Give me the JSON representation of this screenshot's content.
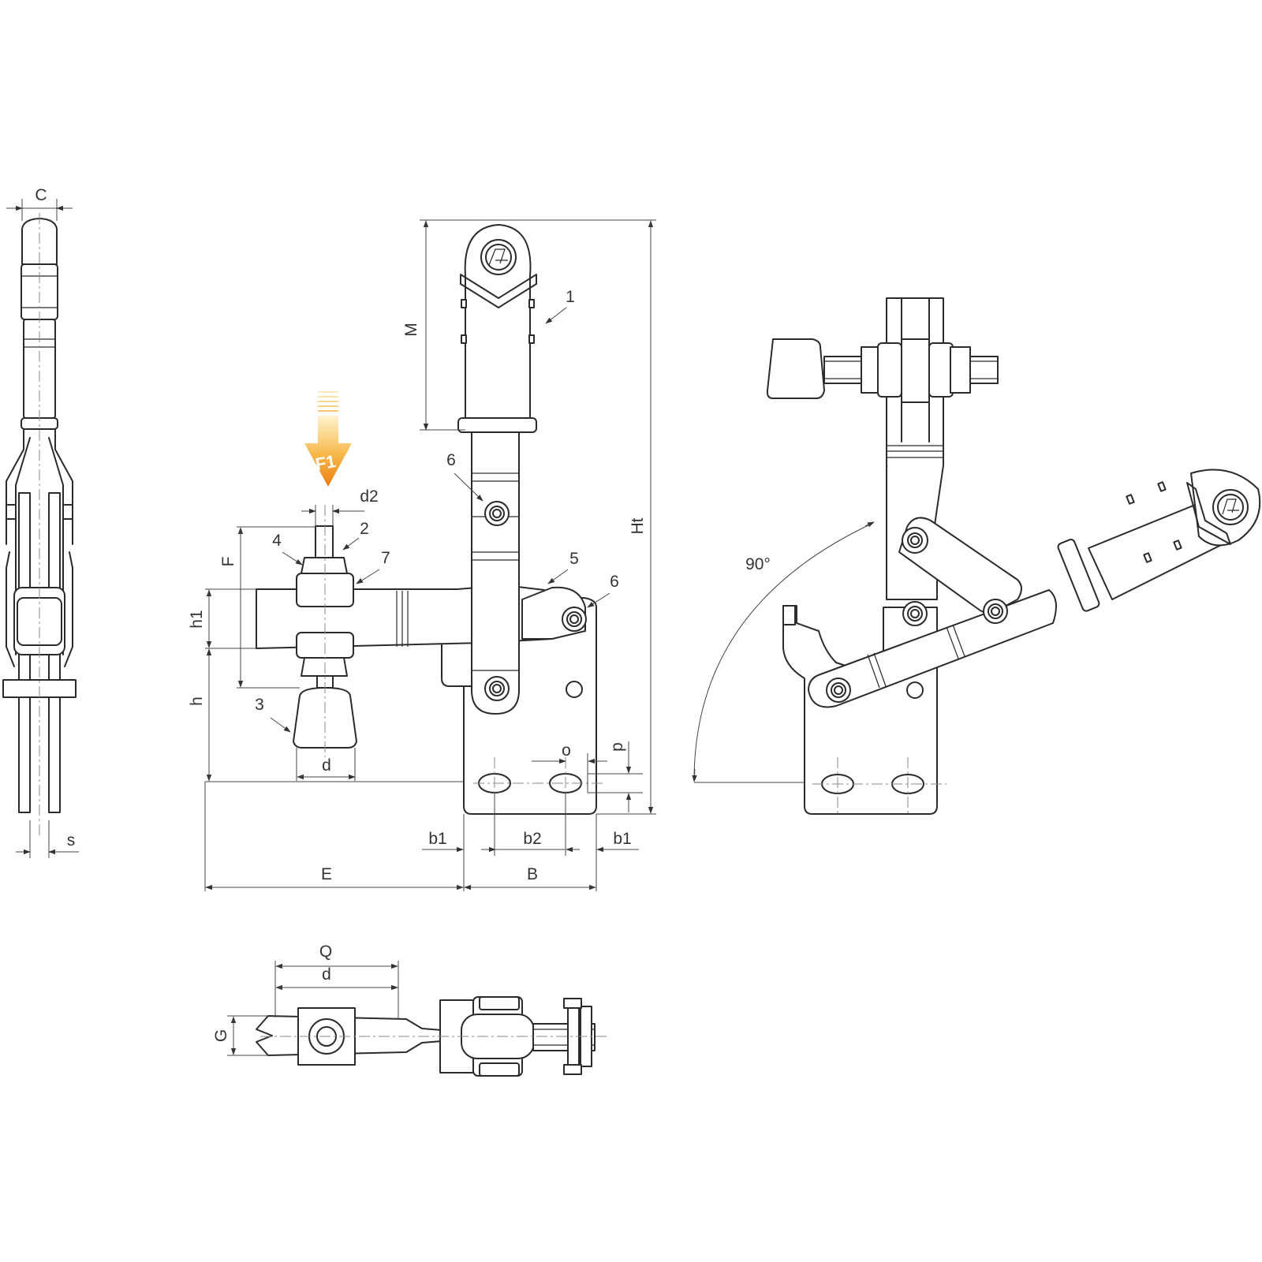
{
  "dimensions": {
    "C": "C",
    "s": "s",
    "M": "M",
    "Ht": "Ht",
    "F": "F",
    "h1": "h1",
    "h": "h",
    "d": "d",
    "d2": "d2",
    "o": "o",
    "p": "p",
    "b1_left": "b1",
    "b2": "b2",
    "b1_right": "b1",
    "E": "E",
    "B": "B",
    "Q": "Q",
    "G": "G",
    "d_bottom": "d",
    "angle": "90°"
  },
  "part_markers": {
    "p1": "1",
    "p2": "2",
    "p3": "3",
    "p4": "4",
    "p5": "5",
    "p6a": "6",
    "p6b": "6",
    "p7": "7"
  },
  "force_label": "F1",
  "colors": {
    "line": "#2b2b2b",
    "force_top": "#fbe3a6",
    "force_bottom": "#f08a1c"
  },
  "icons": {
    "logo": "brand-logo-icon",
    "force": "force-arrow-icon"
  }
}
